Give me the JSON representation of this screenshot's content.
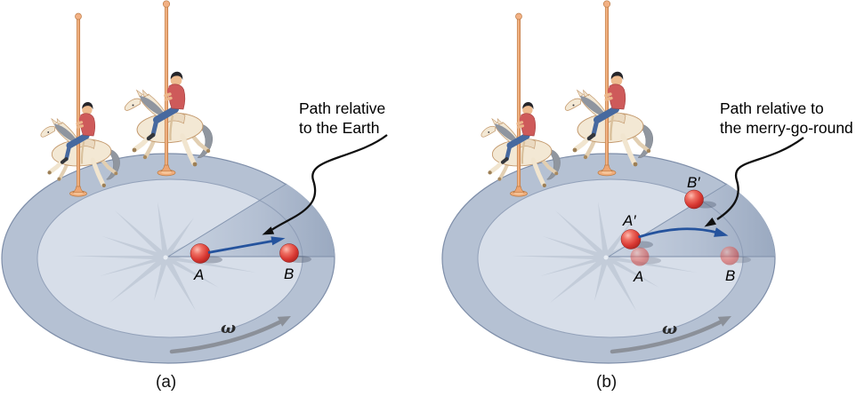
{
  "figure": {
    "panels": [
      {
        "id": "a",
        "caption": "(a)",
        "annotation_line1": "Path relative",
        "annotation_line2": "to the Earth",
        "omega": "ω",
        "ball_labels": {
          "A": "A",
          "B": "B"
        }
      },
      {
        "id": "b",
        "caption": "(b)",
        "annotation_line1": "Path relative to",
        "annotation_line2": "the merry-go-round",
        "omega": "ω",
        "ball_labels": {
          "A_prime": "A′",
          "B_prime": "B′",
          "A": "A",
          "B": "B"
        }
      }
    ],
    "colors": {
      "background": "#ffffff",
      "outer_ring": "#b5c1d3",
      "inner_disk": "#d7dee9",
      "starburst": "#c3ccd9",
      "wedge_light": "#c9d3e1",
      "wedge_dark": "#9aa9c0",
      "disk_edge_stroke": "#7e8ea9",
      "ball_red": "#d83832",
      "ball_red_dark": "#9b1d1b",
      "path_arrow_blue": "#25539d",
      "annotation_arrow_black": "#101010",
      "omega_arrow_gray": "#8b9099",
      "pole_orange": "#eda672",
      "horse_cream": "#f3e8d4",
      "mane_gray": "#8f959f",
      "rider_shirt_red": "#ce5a5a",
      "rider_jeans_blue": "#47699f",
      "rider_skin": "#ecb68a"
    }
  }
}
